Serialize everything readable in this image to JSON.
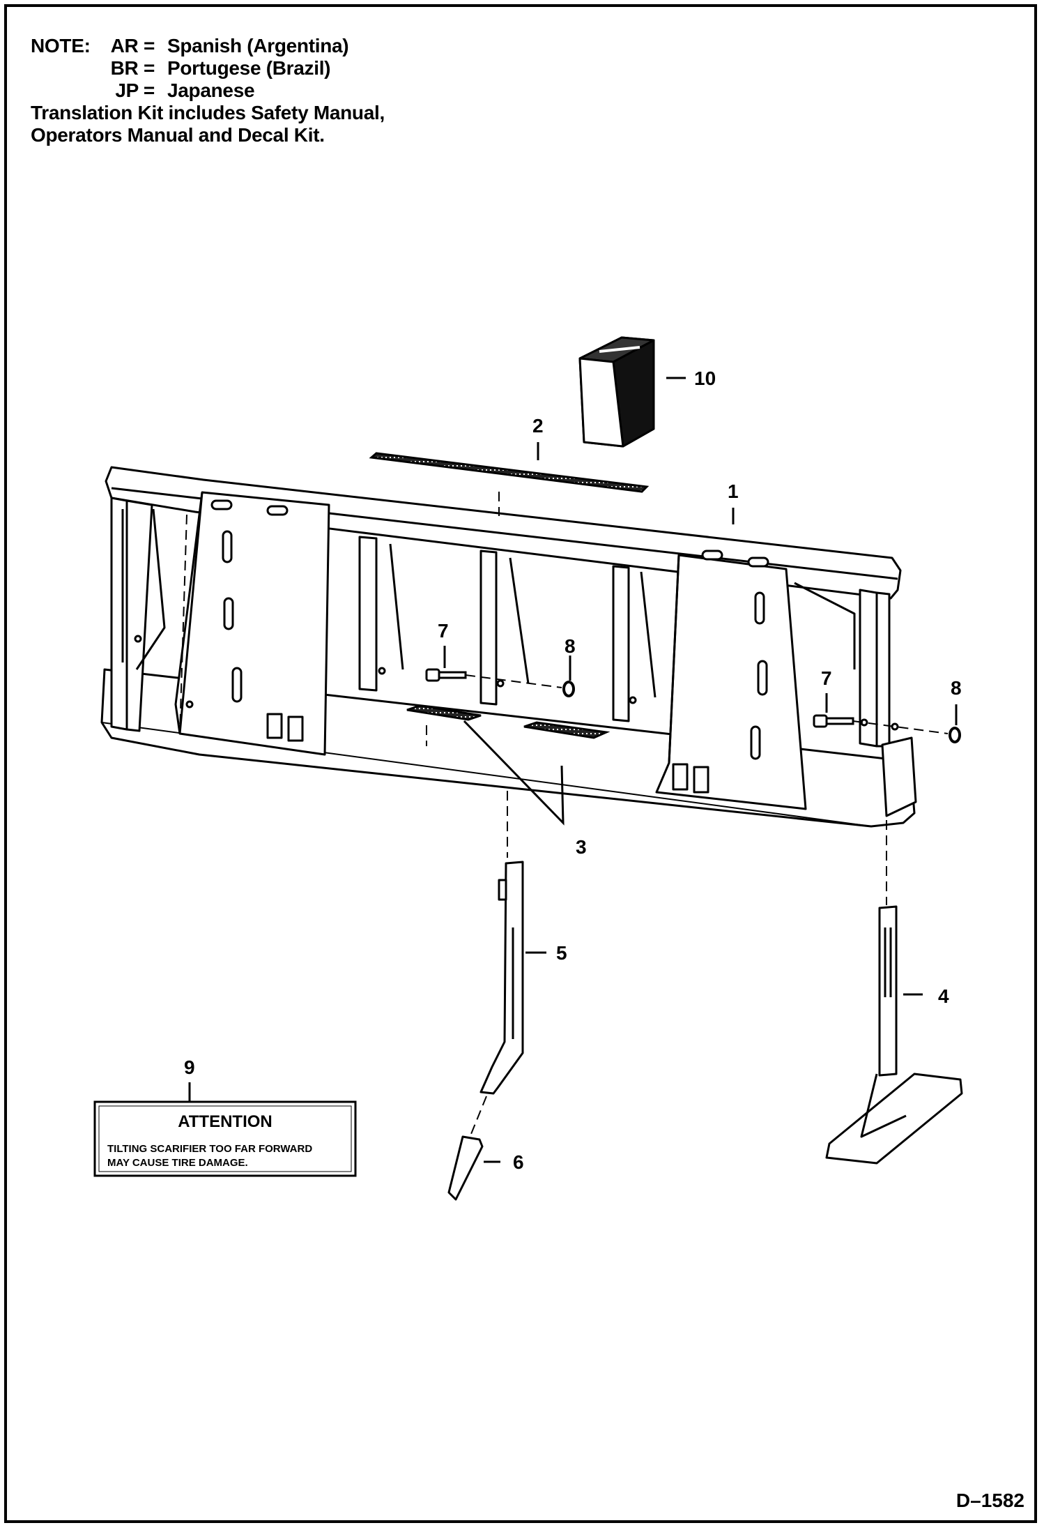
{
  "note": {
    "label": "NOTE:",
    "codes": [
      {
        "code": "AR =",
        "language": "Spanish (Argentina)"
      },
      {
        "code": "BR =",
        "language": "Portugese (Brazil)"
      },
      {
        "code": "JP =",
        "language": "Japanese"
      }
    ],
    "kit_line_1": "Translation Kit includes Safety Manual,",
    "kit_line_2": "Operators Manual and Decal Kit."
  },
  "callouts": {
    "c1": "1",
    "c2": "2",
    "c3": "3",
    "c4": "4",
    "c5": "5",
    "c6": "6",
    "c7a": "7",
    "c7b": "7",
    "c8a": "8",
    "c8b": "8",
    "c9": "9",
    "c10": "10"
  },
  "decal": {
    "title": "ATTENTION",
    "line1": "TILTING SCARIFIER TOO FAR FORWARD",
    "line2": "MAY CAUSE TIRE DAMAGE."
  },
  "drawing_number": "D–1582"
}
